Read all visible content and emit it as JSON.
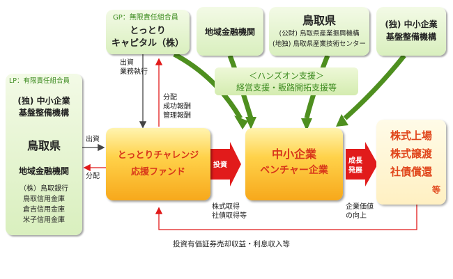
{
  "gp": {
    "badge": "GP：無限責任組合員",
    "name_line1": "とっとり",
    "name_line2": "キャピタル（株）"
  },
  "top_investors": {
    "regional_banks": "地域金融機関",
    "tottori_pref": "鳥取県",
    "pref_org1": "(公財) 鳥取県産業振興機構",
    "pref_org2": "(地独) 鳥取県産業技術センター",
    "smrj_line1": "(独) 中小企業",
    "smrj_line2": "基盤整備機構"
  },
  "support": {
    "title": "＜ハンズオン支援＞",
    "subtitle": "経営支援・販路開拓支援等"
  },
  "lp": {
    "badge": "LP：有限責任組合員",
    "smrj_line1": "(独) 中小企業",
    "smrj_line2": "基盤整備機構",
    "tottori_pref": "鳥取県",
    "regional_banks": "地域金融機関",
    "banks": [
      "（株）鳥取銀行",
      "鳥取信用金庫",
      "倉吉信用金庫",
      "米子信用金庫"
    ]
  },
  "fund": {
    "line1": "とっとりチャレンジ",
    "line2": "応援ファンド"
  },
  "smes": {
    "line1": "中小企業",
    "line2": "ベンチャー企業"
  },
  "exit": {
    "line1": "株式上場",
    "line2": "株式譲渡",
    "line3": "社債償還",
    "line4": "等"
  },
  "flows": {
    "gp_execution_1": "出資",
    "gp_execution_2": "業務執行",
    "distribution_1": "分配",
    "distribution_2": "成功報酬",
    "distribution_3": "管理報酬",
    "lp_invest": "出資",
    "lp_distribution": "分配",
    "investment": "投資",
    "growth_1": "成長",
    "growth_2": "発展",
    "acquire_1": "株式取得",
    "acquire_2": "社債取得等",
    "value_1": "企業価値",
    "value_2": "の向上",
    "returns": "投資有価証券売却収益・利息収入等"
  },
  "colors": {
    "green_arrow": "#4e8f1f",
    "red_arrow": "#e11b1b",
    "dark_arrow": "#444444",
    "red_text": "#e0461b",
    "green_text": "#3b8a1e"
  }
}
